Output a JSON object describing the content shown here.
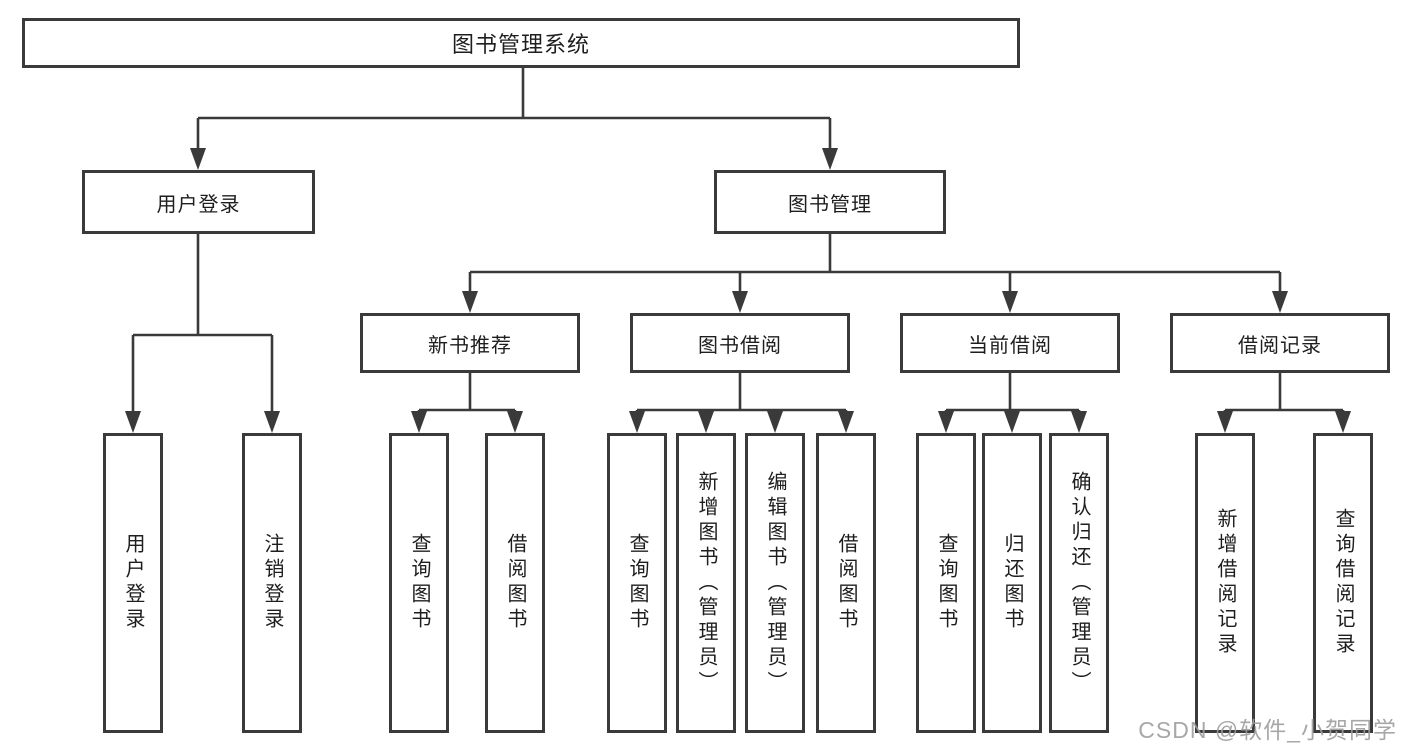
{
  "tree": {
    "root": {
      "label": "图书管理系统"
    },
    "branches": [
      {
        "label": "用户登录",
        "children": [
          {
            "label": "用户登录"
          },
          {
            "label": "注销登录"
          }
        ]
      },
      {
        "label": "图书管理",
        "children": [
          {
            "label": "新书推荐",
            "children": [
              {
                "label": "查询图书"
              },
              {
                "label": "借阅图书"
              }
            ]
          },
          {
            "label": "图书借阅",
            "children": [
              {
                "label": "查询图书"
              },
              {
                "label": "新增图书（管理员）"
              },
              {
                "label": "编辑图书（管理员）"
              },
              {
                "label": "借阅图书"
              }
            ]
          },
          {
            "label": "当前借阅",
            "children": [
              {
                "label": "查询图书"
              },
              {
                "label": "归还图书"
              },
              {
                "label": "确认归还（管理员）"
              }
            ]
          },
          {
            "label": "借阅记录",
            "children": [
              {
                "label": "新增借阅记录"
              },
              {
                "label": "查询借阅记录"
              }
            ]
          }
        ]
      }
    ]
  },
  "watermark": {
    "text": "CSDN @软件_小贺同学"
  },
  "colors": {
    "line": "#3a3a3a",
    "box_border": "#3a3a3a",
    "box_fill": "#ffffff",
    "text": "#1e1e1e",
    "watermark": "#9e9e9e",
    "background": "#ffffff"
  }
}
